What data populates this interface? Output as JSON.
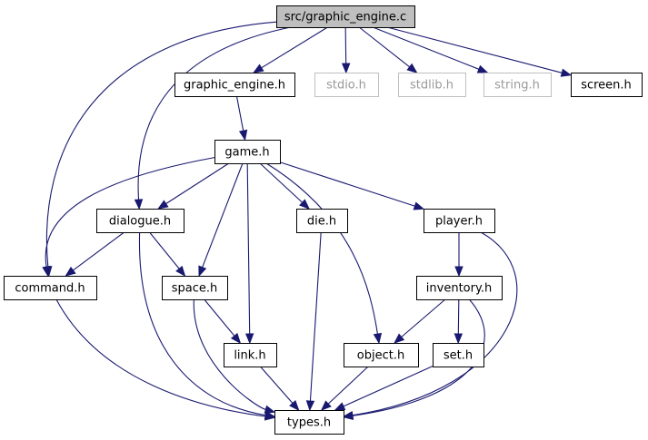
{
  "graph": {
    "colors": {
      "edge": "#191970",
      "node_border": "#000000",
      "node_fill": "#ffffff",
      "root_fill": "#bfbfbf",
      "external_border": "#bfbfbf",
      "external_text": "#9a9a9a",
      "text": "#000000"
    },
    "nodes": {
      "root": "src/graphic_engine.c",
      "graphic_engine_h": "graphic_engine.h",
      "stdio_h": "stdio.h",
      "stdlib_h": "stdlib.h",
      "string_h": "string.h",
      "screen_h": "screen.h",
      "game_h": "game.h",
      "dialogue_h": "dialogue.h",
      "die_h": "die.h",
      "player_h": "player.h",
      "command_h": "command.h",
      "space_h": "space.h",
      "inventory_h": "inventory.h",
      "link_h": "link.h",
      "object_h": "object.h",
      "set_h": "set.h",
      "types_h": "types.h"
    },
    "edges": [
      [
        "root",
        "graphic_engine_h"
      ],
      [
        "root",
        "stdio_h"
      ],
      [
        "root",
        "stdlib_h"
      ],
      [
        "root",
        "string_h"
      ],
      [
        "root",
        "screen_h"
      ],
      [
        "root",
        "dialogue_h"
      ],
      [
        "root",
        "command_h"
      ],
      [
        "graphic_engine_h",
        "game_h"
      ],
      [
        "game_h",
        "command_h"
      ],
      [
        "game_h",
        "dialogue_h"
      ],
      [
        "game_h",
        "space_h"
      ],
      [
        "game_h",
        "link_h"
      ],
      [
        "game_h",
        "die_h"
      ],
      [
        "game_h",
        "object_h"
      ],
      [
        "game_h",
        "player_h"
      ],
      [
        "dialogue_h",
        "command_h"
      ],
      [
        "dialogue_h",
        "space_h"
      ],
      [
        "dialogue_h",
        "types_h"
      ],
      [
        "command_h",
        "types_h"
      ],
      [
        "space_h",
        "link_h"
      ],
      [
        "space_h",
        "types_h"
      ],
      [
        "link_h",
        "types_h"
      ],
      [
        "die_h",
        "types_h"
      ],
      [
        "player_h",
        "inventory_h"
      ],
      [
        "player_h",
        "types_h"
      ],
      [
        "inventory_h",
        "object_h"
      ],
      [
        "inventory_h",
        "set_h"
      ],
      [
        "inventory_h",
        "types_h"
      ],
      [
        "object_h",
        "types_h"
      ],
      [
        "set_h",
        "types_h"
      ]
    ]
  }
}
